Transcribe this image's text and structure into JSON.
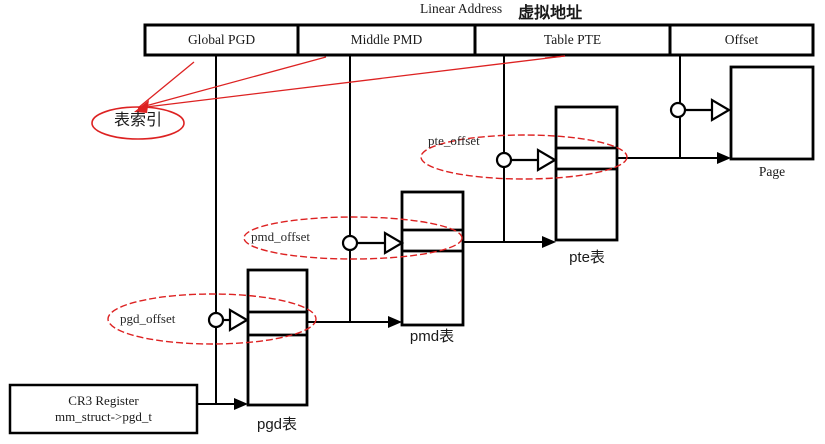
{
  "title": {
    "linear_address": "Linear Address",
    "virtual_address_zh": "虚拟地址"
  },
  "address_bar": {
    "segments": [
      {
        "label": "Global PGD"
      },
      {
        "label": "Middle PMD"
      },
      {
        "label": "Table PTE"
      },
      {
        "label": "Offset"
      }
    ]
  },
  "annotations": {
    "table_index": "表索引",
    "pgd_offset": "pgd_offset",
    "pmd_offset": "pmd_offset",
    "pte_offset": "pte_offset"
  },
  "tables": {
    "pgd": {
      "label": "pgd表"
    },
    "pmd": {
      "label": "pmd表"
    },
    "pte": {
      "label": "pte表"
    },
    "page": {
      "label": "Page"
    }
  },
  "cr3": {
    "line1": "CR3 Register",
    "line2": "mm_struct-&gt;pgd_t"
  },
  "colors": {
    "annotation_red": "#dd2222",
    "line_black": "#000000",
    "background": "#ffffff"
  }
}
